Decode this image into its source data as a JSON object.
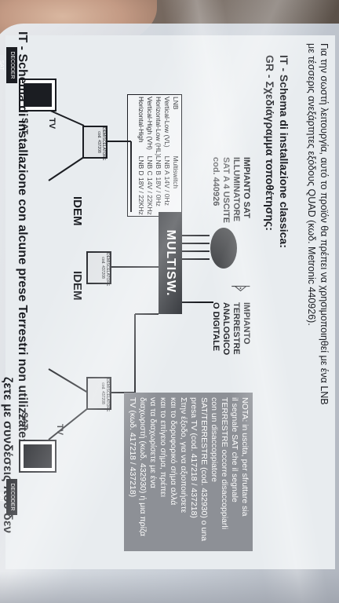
{
  "header": {
    "line1": "Για την σωστή λειτουργία, αυτό το προϊόν θα πρέπει να χρησιμοποιηθεί με ένα LNB",
    "line2": "με τέσσερις ανεξάρτητες εξόδους QUAD (κωδ. Metronic 440926)."
  },
  "schema": {
    "title_it": "IT - Schema di installazione classica:",
    "title_gr": "GR - Σχεδιάγραμμα τοποθέτησης:"
  },
  "impianto_sat": [
    "IMPIANTO SAT",
    "ILLUMINATORE",
    "SAT A 4 USCITE",
    "cod. 440926"
  ],
  "impianto_terr": [
    "IMPIANTO",
    "TERRESTRE",
    "ANALOGICO",
    "O DIGITALE"
  ],
  "lnb_table": {
    "left": [
      "LNB",
      "Vertical-Low (VL)",
      "Horizontal-Low (HL)",
      "Vertical-High (VH)",
      "Horizontal-High"
    ],
    "right": [
      "Multiswitch",
      "LNB A 14V / 0Hz",
      "LNB B 18V / 0Hz",
      "LNB C 14V / 22KHz",
      "LNB D 18V / 22KHz"
    ]
  },
  "multiswitch_label": "MULTISW.",
  "idem": [
    "IDEM",
    "IDEM"
  ],
  "labels": {
    "tv": "TV",
    "sat": "SAT",
    "decoder": "DECODER SAT",
    "splitter": "DEMISCELATORE cod. 437208"
  },
  "nota": [
    "NOTA: in uscita, per sfruttare sia",
    "il segnale SAT che il segnale",
    "TERRESTRE occorre disaccoppiarli",
    "con un disaccoppiatore",
    "SAT/TERRESTRE (cod. 432930) o una",
    "presa TV (cod. 417218 / 437218)",
    "Στην έξοδο, για να αξιοποιήσετε",
    "και το δορυφορικό σήμα αλλά",
    "και το επίγειο σήμα, πρέπει",
    "να τα διαχωρίσετε με ένα",
    "διαχωριστή (κωδ. 432930) ή μια πρίζα",
    "TV (κωδ. 417218 / 437218)"
  ],
  "footer": {
    "line1": "IT - Schema di installazione con alcune prese Terrestri non utilizzate:",
    "line2": "ζετε με συνδέσεις που δεν"
  },
  "colors": {
    "paper": "#e8ecef",
    "ink": "#1b1d22",
    "nota_bg": "#8d9096"
  }
}
